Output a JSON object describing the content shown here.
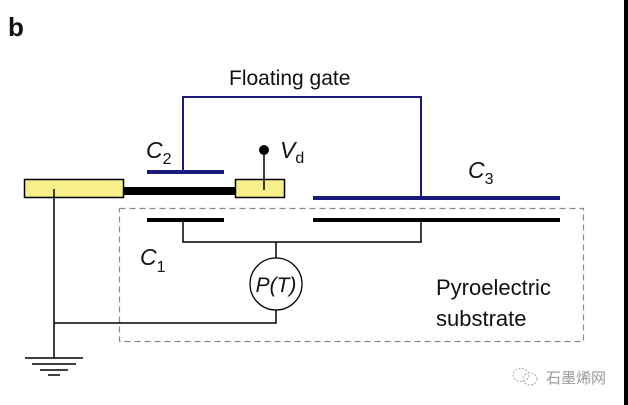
{
  "panel_label": "b",
  "labels": {
    "floating_gate": "Floating gate",
    "c1": {
      "base": "C",
      "sub": "1"
    },
    "c2": {
      "base": "C",
      "sub": "2"
    },
    "c3": {
      "base": "C",
      "sub": "3"
    },
    "vd": {
      "base": "V",
      "sub": "d"
    },
    "polarization": "P(T)",
    "substrate_line1": "Pyroelectric",
    "substrate_line2": "substrate"
  },
  "watermark": "石墨烯网",
  "colors": {
    "gate_wire": "#1a1a7a",
    "contact_pad": "#f7f08a",
    "plate_black": "#000000",
    "dashed_box": "#8a8a8a"
  }
}
